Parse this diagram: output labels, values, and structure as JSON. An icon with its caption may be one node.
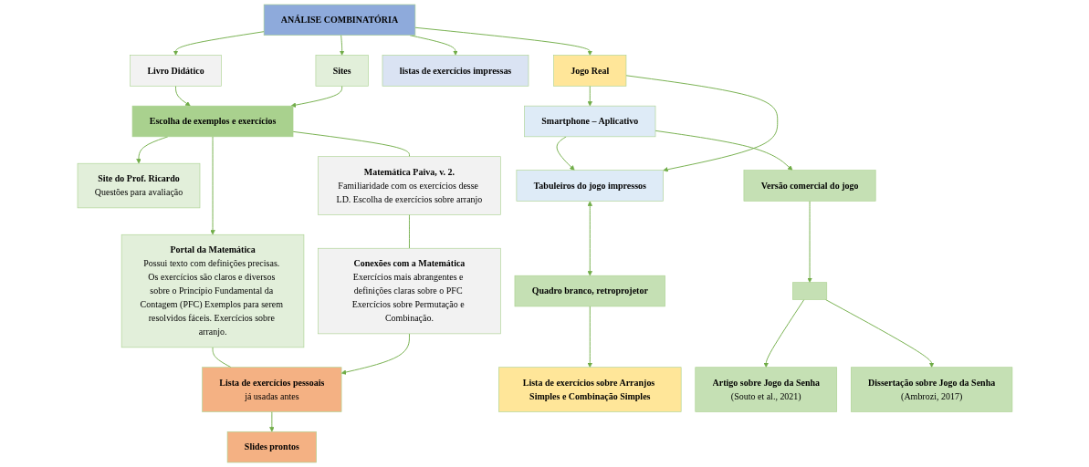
{
  "diagram": {
    "nodes": [
      {
        "text": [
          "ANÁLISE COMBINATÓRIA"
        ]
      },
      {
        "text": [
          "Livro Didático"
        ]
      },
      {
        "text": [
          "Sites"
        ]
      },
      {
        "text": [
          "Jogo Real"
        ]
      },
      {
        "text": [
          "Escolha de exemplos e exercícios"
        ]
      },
      {
        "text": [
          "Site do Prof. Ricardo",
          "Questões para avaliação"
        ]
      },
      {
        "text": [
          "listas de exercícios impressas"
        ]
      },
      {
        "text": [
          "Smartphone – Aplicativo"
        ]
      },
      {
        "text": [
          "Tabuleiros do jogo impressos"
        ]
      },
      {
        "text": [
          "Matemática Paiva, v. 2.",
          "Familiaridade com os exercícios desse LD. Escolha de exercícios sobre arranjo"
        ]
      },
      {
        "text": [
          "Portal da Matemática",
          "Possui texto com definições precisas. Os exercícios são claros e diversos sobre o Princípio Fundamental da Contagem (PFC) Exemplos para serem resolvidos fáceis. Exercícios sobre arranjo."
        ]
      },
      {
        "text": [
          "Versão comercial do jogo"
        ]
      },
      {
        "text": [
          "Quadro branco, retroprojetor"
        ]
      },
      {
        "text": [],
        "shape": "box"
      },
      {
        "text": [
          "Lista de exercícios sobre Arranjos Simples e Combinação Simples"
        ]
      },
      {
        "text": [
          "Conexões com a Matemática",
          "Exercícios mais abrangentes e definições claras sobre o PFC Exercícios sobre Permutação e Combinação."
        ]
      },
      {
        "text": [
          "Lista de exercícios pessoais",
          "já usadas antes"
        ]
      },
      {
        "text": [
          "Slides prontos"
        ]
      },
      {
        "text": [
          "Artigo sobre Jogo da Senha",
          "(Souto et al., 2021)"
        ]
      },
      {
        "text": [
          "Dissertação sobre Jogo da Senha",
          "(Ambrozi, 2017)"
        ]
      }
    ],
    "edges": [
      {
        "from": 0,
        "to": 1,
        "arrow": "to"
      },
      {
        "from": 0,
        "to": 2,
        "arrow": "to"
      },
      {
        "from": 0,
        "to": 6,
        "arrow": "to"
      },
      {
        "from": 0,
        "to": 3,
        "arrow": "to"
      },
      {
        "from": 1,
        "to": 4,
        "arrow": "to"
      },
      {
        "from": 2,
        "to": 4,
        "arrow": "to"
      },
      {
        "from": 4,
        "to": 5,
        "arrow": "to"
      },
      {
        "from": 4,
        "to": 10,
        "arrow": "to"
      },
      {
        "from": 4,
        "to": 9,
        "arrow": "none"
      },
      {
        "from": 9,
        "to": 15,
        "arrow": "none"
      },
      {
        "from": 15,
        "to": 16,
        "arrow": "to"
      },
      {
        "from": 10,
        "to": 16,
        "arrow": "none"
      },
      {
        "from": 16,
        "to": 17,
        "arrow": "to"
      },
      {
        "from": 3,
        "to": 7,
        "arrow": "to"
      },
      {
        "from": 3,
        "to": 8,
        "arrow": "to"
      },
      {
        "from": 7,
        "to": 8,
        "arrow": "to"
      },
      {
        "from": 7,
        "to": 11,
        "arrow": "to"
      },
      {
        "from": 8,
        "to": 12,
        "arrow": "both"
      },
      {
        "from": 12,
        "to": 14,
        "arrow": "to"
      },
      {
        "from": 11,
        "to": 13,
        "arrow": "to"
      },
      {
        "from": 13,
        "to": 18,
        "arrow": "to"
      },
      {
        "from": 13,
        "to": 19,
        "arrow": "to"
      }
    ]
  }
}
